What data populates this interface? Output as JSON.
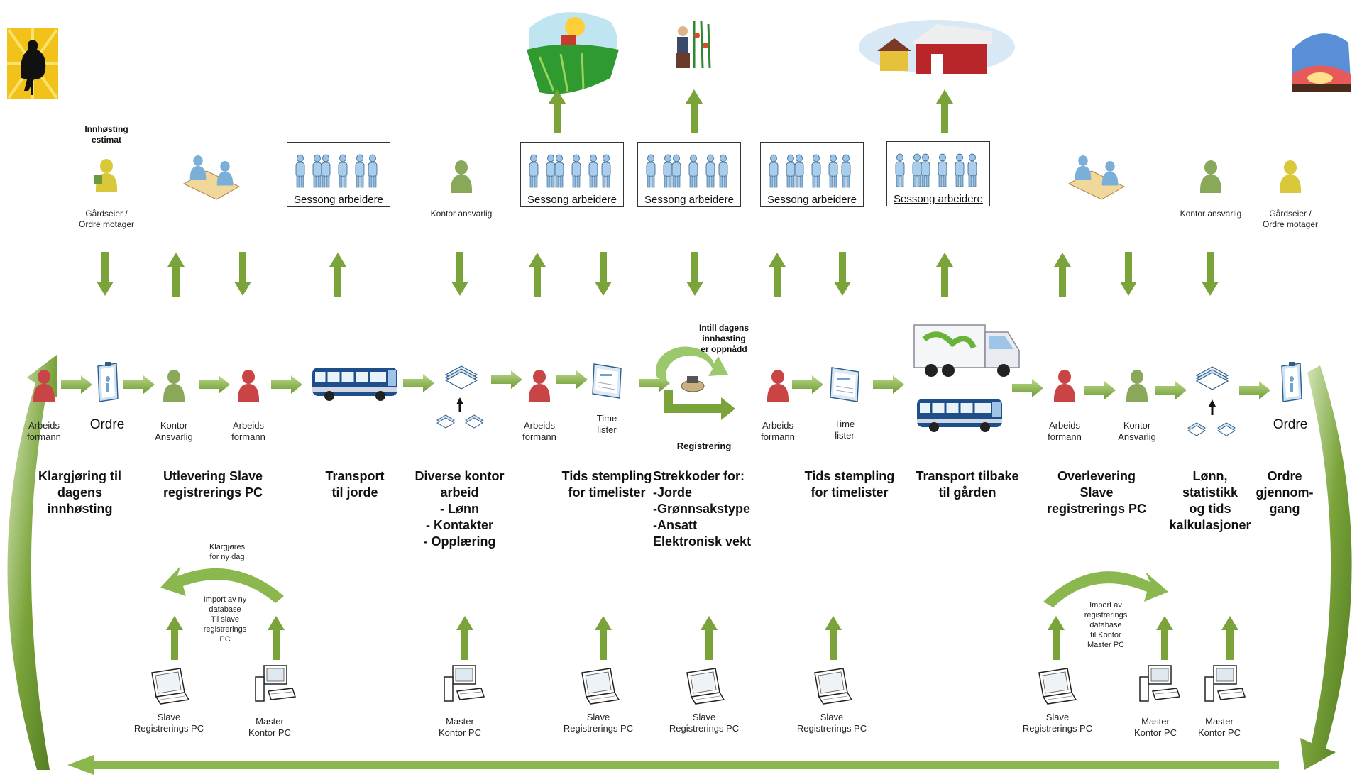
{
  "colors": {
    "arrow": "#7aa33a",
    "arrow_dark": "#5f8a28",
    "arrow_light": "#b9d98a",
    "person_red": "#c94545",
    "person_green": "#8aa85a",
    "person_yellow": "#d8c83a",
    "bus": "#1e4f8a"
  },
  "top_labels": {
    "estimate": "Innhøsting\nestimat",
    "owner_left": "Gårdseier /\nOrdre motager",
    "office_1": "Kontor ansvarlig",
    "office_2": "Kontor ansvarlig",
    "owner_right": "Gårdseier /\nOrdre motager"
  },
  "seasonal_groups": [
    {
      "label": "Sessong arbeidere"
    },
    {
      "label": "Sessong arbeidere"
    },
    {
      "label": "Sessong arbeidere"
    },
    {
      "label": "Sessong arbeidere"
    },
    {
      "label": "Sessong arbeidere"
    }
  ],
  "flow_labels": {
    "foreman_1": "Arbeids\nformann",
    "order_1": "Ordre",
    "office_resp_1": "Kontor\nAnsvarlig",
    "foreman_2": "Arbeids\nformann",
    "foreman_3": "Arbeids\nformann",
    "time_1": "Time\nlister",
    "registration": "Registrering",
    "daily_target": "Intill dagens\ninnhøsting\ner oppnådd",
    "foreman_4": "Arbeids\nformann",
    "time_2": "Time\nlister",
    "foreman_5": "Arbeids\nformann",
    "office_resp_2": "Kontor\nAnsvarlig",
    "order_2": "Ordre"
  },
  "phases": [
    "Klargjøring til\ndagens\ninnhøsting",
    "Utlevering Slave\nregistrerings PC",
    "Transport\ntil jorde",
    "Diverse kontor\narbeid\n- Lønn\n- Kontakter\n- Opplæring",
    "Tids stempling\nfor timelister",
    "Strekkoder for:\n-Jorde\n-Grønnsakstype\n-Ansatt\nElektronisk vekt",
    "Tids stempling\nfor timelister",
    "Transport tilbake\ntil gården",
    "Overlevering\nSlave\nregistrerings PC",
    "Lønn,\nstatistikk\nog tids\nkalkulasjoner",
    "Ordre\ngjennom-\ngang"
  ],
  "cycle_labels": {
    "left_top": "Klargjøres\nfor ny dag",
    "left_mid": "Import av ny\ndatabase\nTil slave\nregistrerings\nPC",
    "right_mid": "Import av\nregistrerings\ndatabase\ntil Kontor\nMaster PC"
  },
  "computers": [
    "Slave\nRegistrerings PC",
    "Master\nKontor PC",
    "Master\nKontor PC",
    "Slave\nRegistrerings PC",
    "Slave\nRegistrerings PC",
    "Slave\nRegistrerings PC",
    "Slave\nRegistrerings PC",
    "Master\nKontor PC",
    "Master\nKontor PC"
  ]
}
